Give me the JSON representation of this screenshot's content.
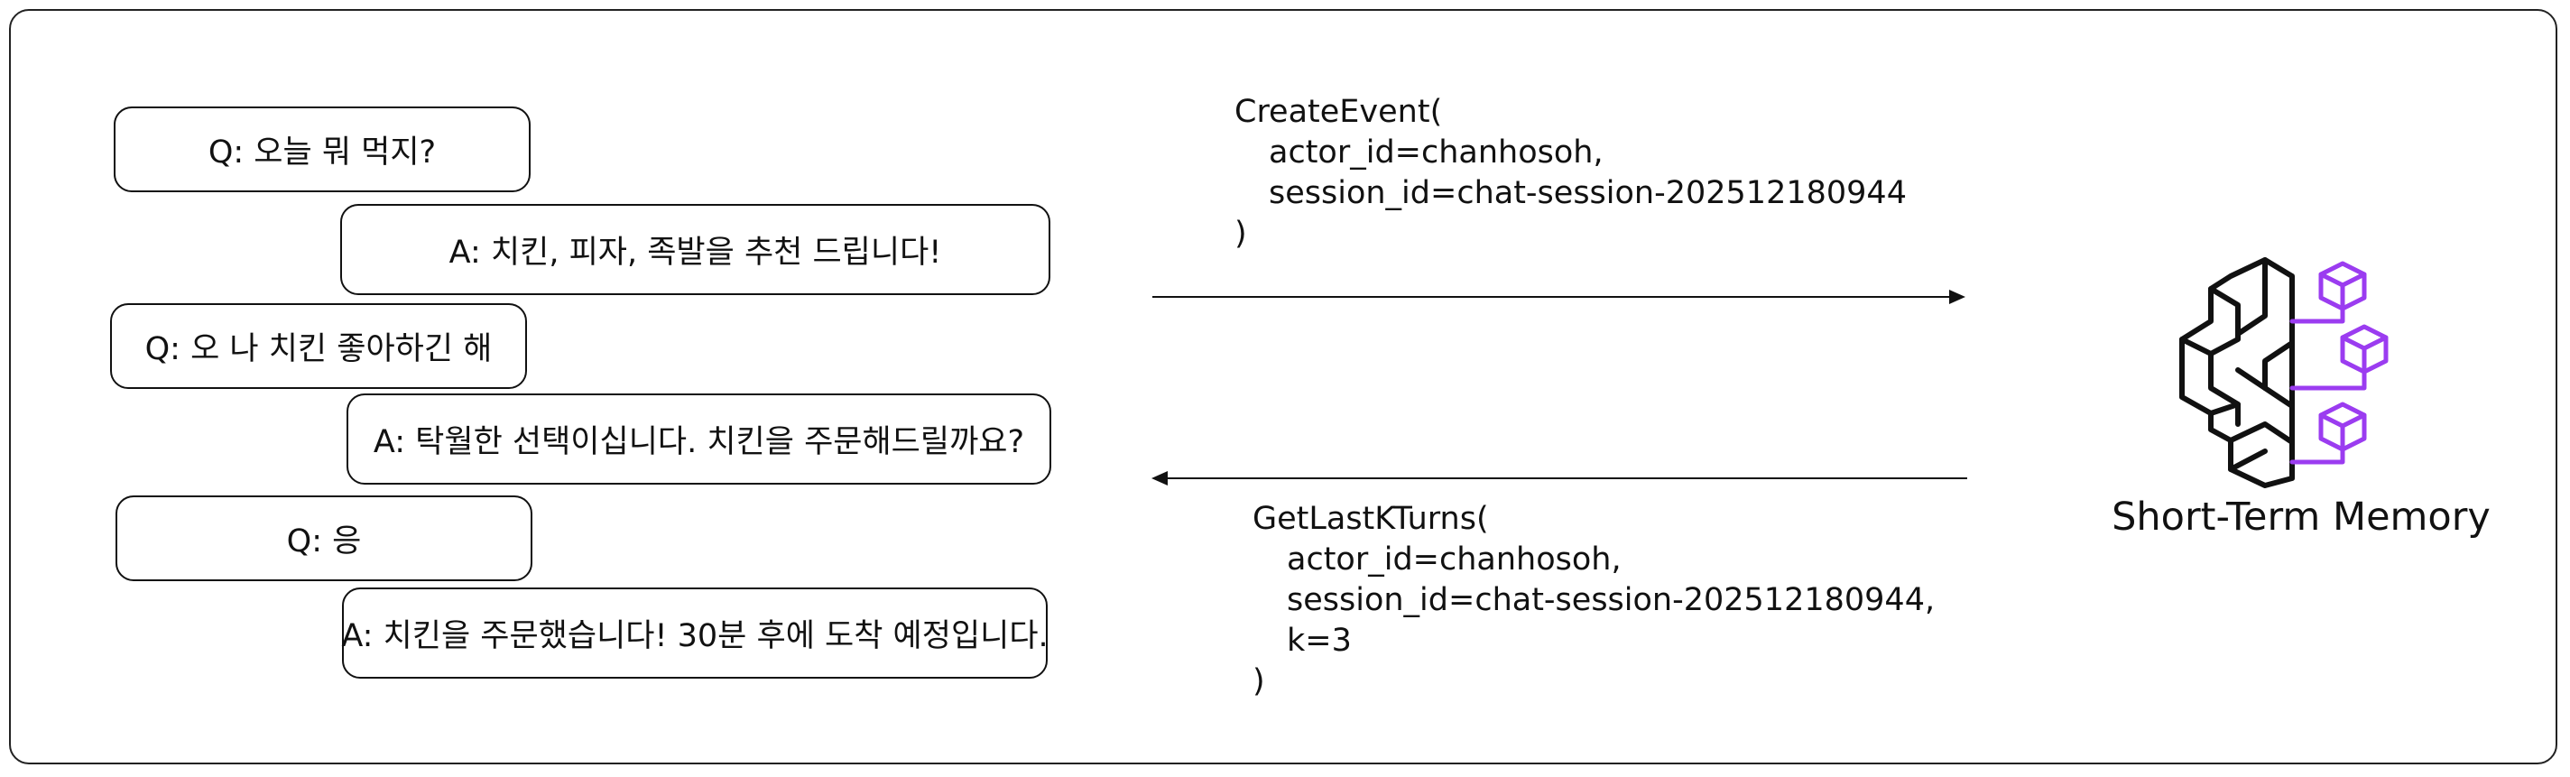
{
  "chat": [
    {
      "role": "q",
      "text": "Q: 오늘 뭐 먹지?"
    },
    {
      "role": "a",
      "text": "A: 치킨, 피자, 족발을 추천 드립니다!"
    },
    {
      "role": "q",
      "text": "Q: 오 나 치킨 좋아하긴 해"
    },
    {
      "role": "a",
      "text": "A: 탁월한 선택이십니다. 치킨을 주문해드릴까요?"
    },
    {
      "role": "q",
      "text": "Q: 응"
    },
    {
      "role": "a",
      "text": "A: 치킨을 주문했습니다! 30분 후에 도착 예정입니다."
    }
  ],
  "create_event": {
    "open": "CreateEvent(",
    "actor": "actor_id=chanhosoh,",
    "session": "session_id=chat-session-202512180944",
    "close": ")"
  },
  "get_last_k": {
    "open": "GetLastKTurns(",
    "actor": "actor_id=chanhosoh,",
    "session": "session_id=chat-session-202512180944,",
    "k": "k=3",
    "close": ")"
  },
  "memory": {
    "label": "Short-Term Memory",
    "icon": "brain-network-icon",
    "accent_color": "#9b3cf0",
    "line_color": "#111111"
  }
}
